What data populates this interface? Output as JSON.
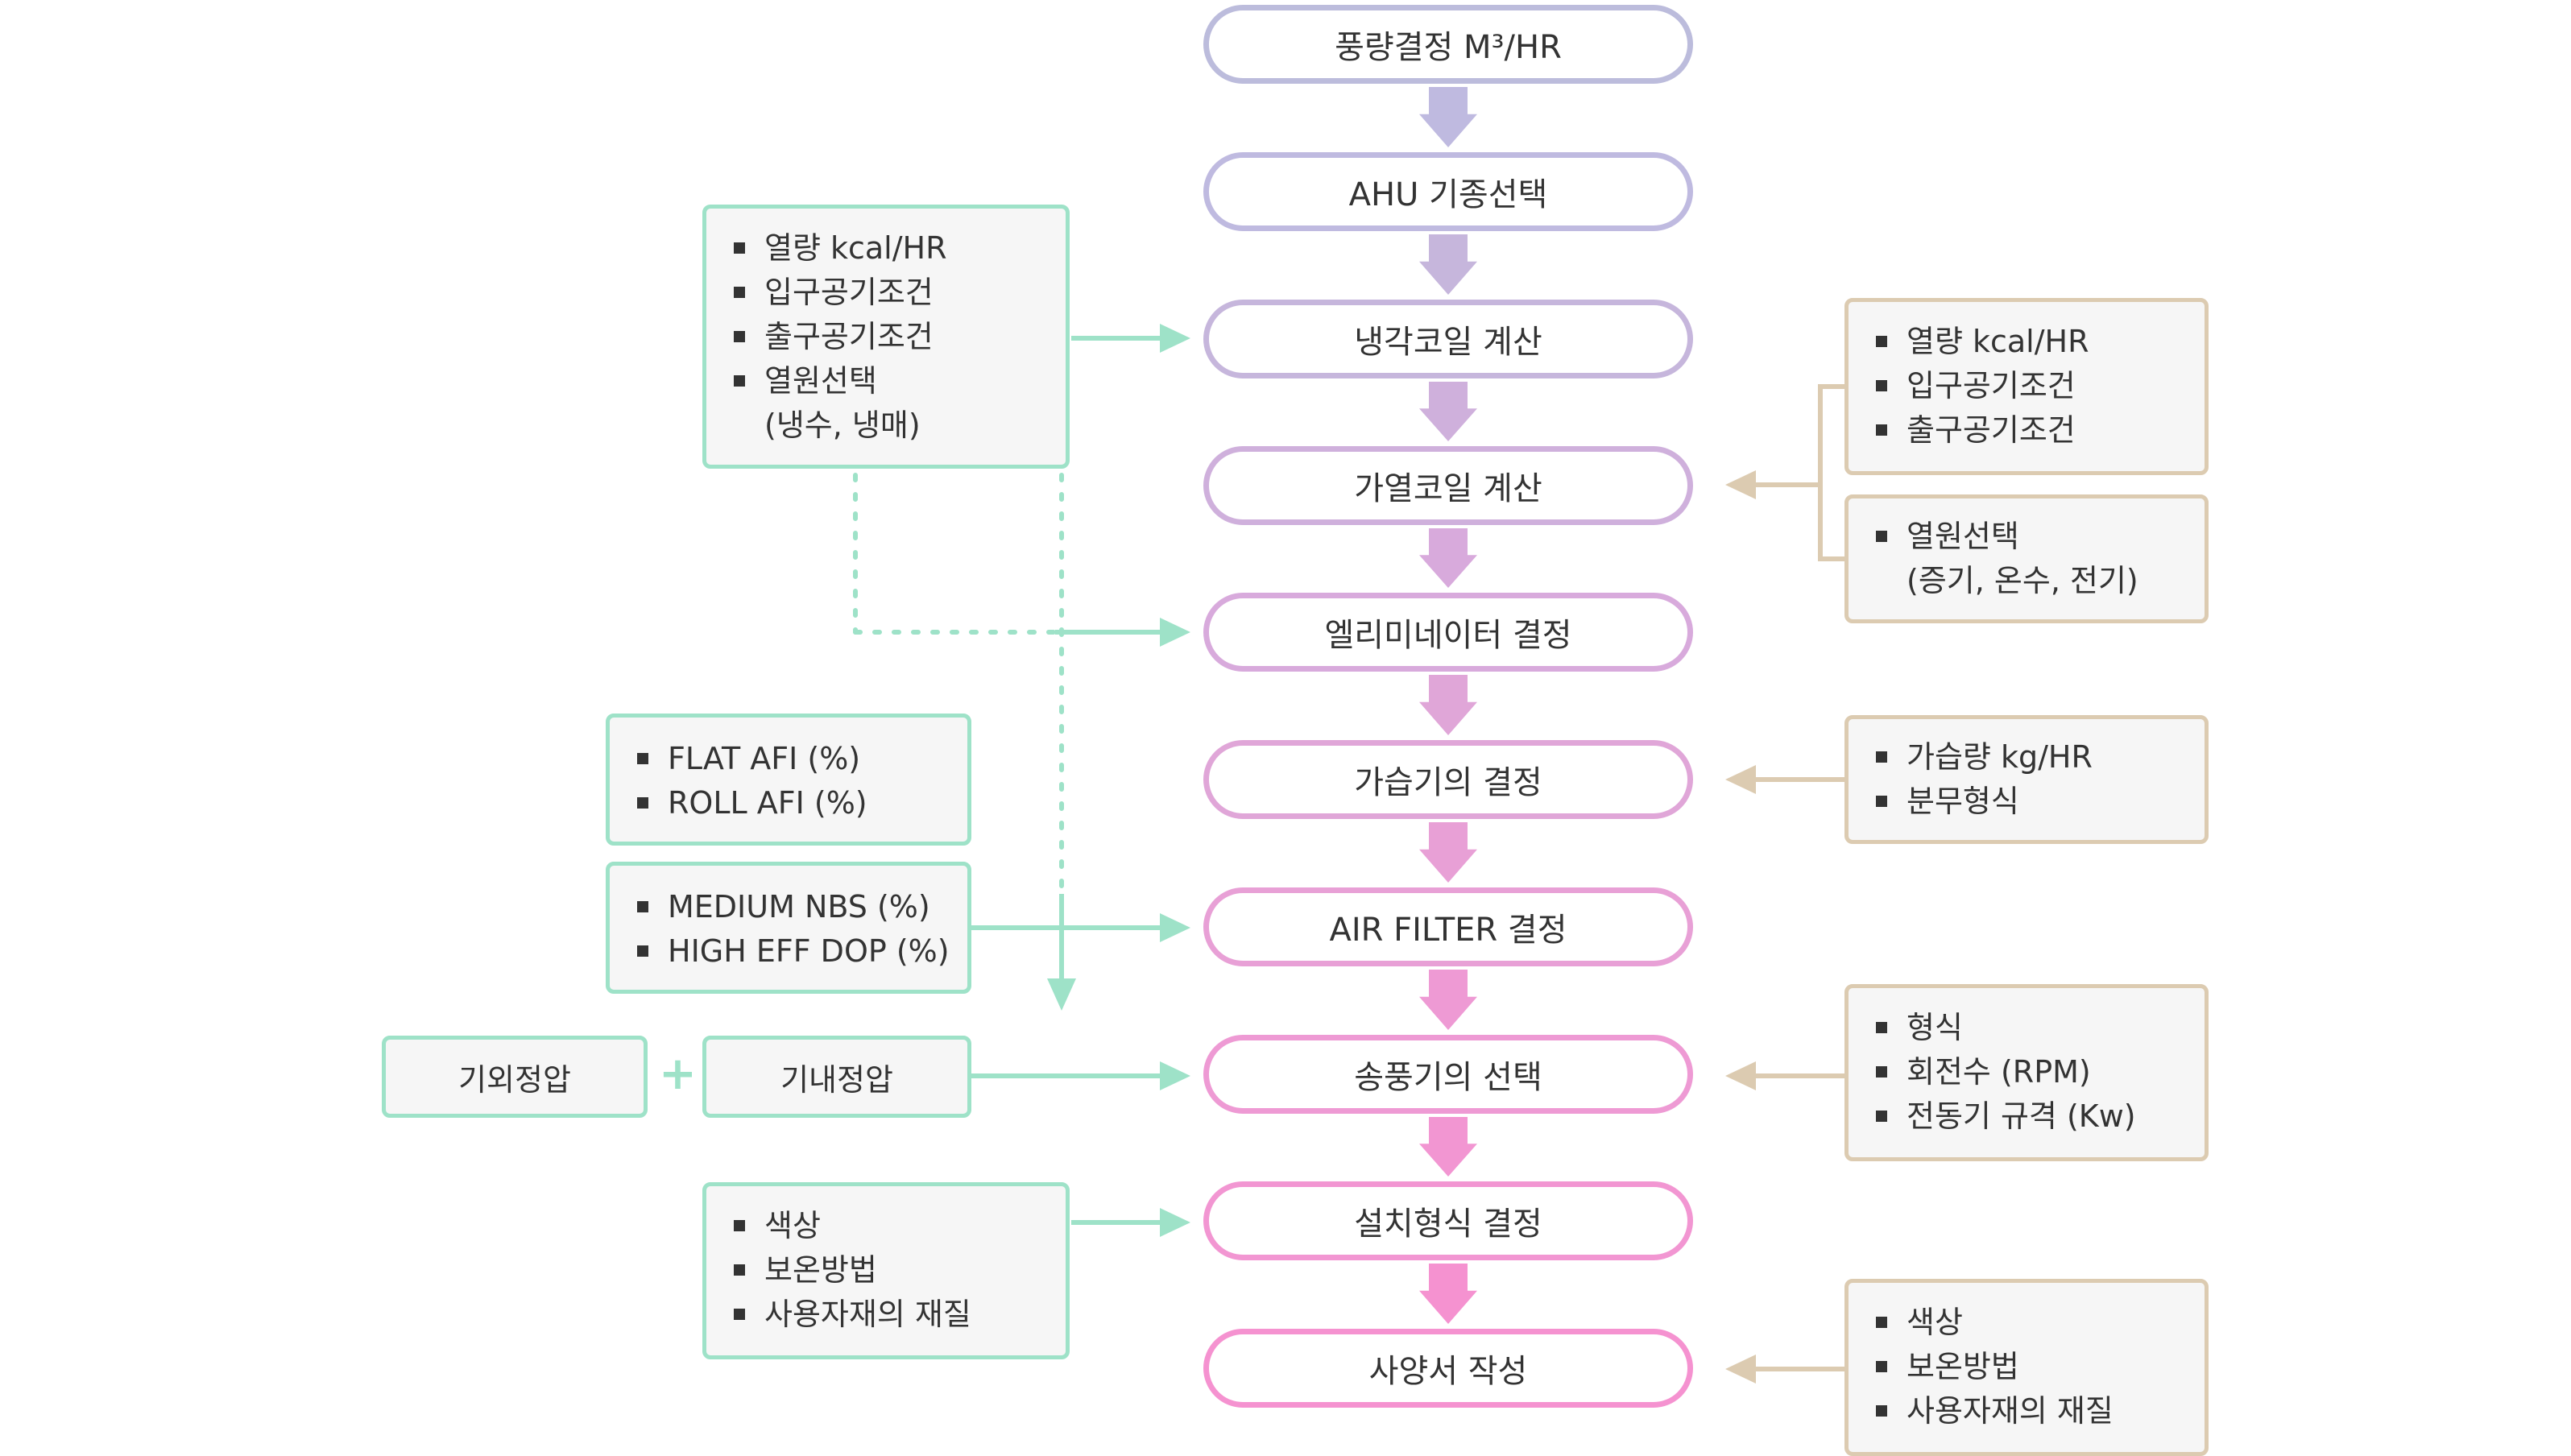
{
  "steps": [
    {
      "label": "풍량결정 M³/HR",
      "color": "#bcbcdc"
    },
    {
      "label": "AHU 기종선택",
      "color": "#bfbae0"
    },
    {
      "label": "냉각코일 계산",
      "color": "#c6b6dc"
    },
    {
      "label": "가열코일 계산",
      "color": "#cfb0dc"
    },
    {
      "label": "엘리미네이터 결정",
      "color": "#d8aadc"
    },
    {
      "label": "가습기의 결정",
      "color": "#e0a6d8"
    },
    {
      "label": "AIR FILTER 결정",
      "color": "#e8a0d6"
    },
    {
      "label": "송풍기의 선택",
      "color": "#ee9ad4"
    },
    {
      "label": "설치형식 결정",
      "color": "#f296d2"
    },
    {
      "label": "사양서 작성",
      "color": "#f592d0"
    }
  ],
  "left_boxes": {
    "cooling_inputs": {
      "items": [
        "열량 kcal/HR",
        "입구공기조건",
        "출구공기조건",
        "열원선택"
      ],
      "sub": "(냉수, 냉매)"
    },
    "flat_roll": {
      "items": [
        "FLAT AFI (%)",
        "ROLL AFI (%)"
      ]
    },
    "medium_high": {
      "items": [
        "MEDIUM NBS (%)",
        "HIGH EFF DOP (%)"
      ]
    },
    "external_pressure": "기외정압",
    "plus_sign": "+",
    "internal_pressure": "기내정압",
    "install_options": {
      "items": [
        "색상",
        "보온방법",
        "사용자재의 재질"
      ]
    }
  },
  "right_boxes": {
    "heating_conditions": {
      "items": [
        "열량 kcal/HR",
        "입구공기조건",
        "출구공기조건"
      ]
    },
    "heat_source": {
      "items": [
        "열원선택"
      ],
      "sub": "(증기, 온수, 전기)"
    },
    "humidifier": {
      "items": [
        "가습량 kg/HR",
        "분무형식"
      ]
    },
    "fan": {
      "items": [
        "형식",
        "회전수 (RPM)",
        "전동기 규격 (Kw)"
      ]
    },
    "spec": {
      "items": [
        "색상",
        "보온방법",
        "사용자재의 재질"
      ]
    }
  },
  "colors": {
    "left_connector": "#9ee2c8",
    "right_connector": "#dccbb1"
  }
}
